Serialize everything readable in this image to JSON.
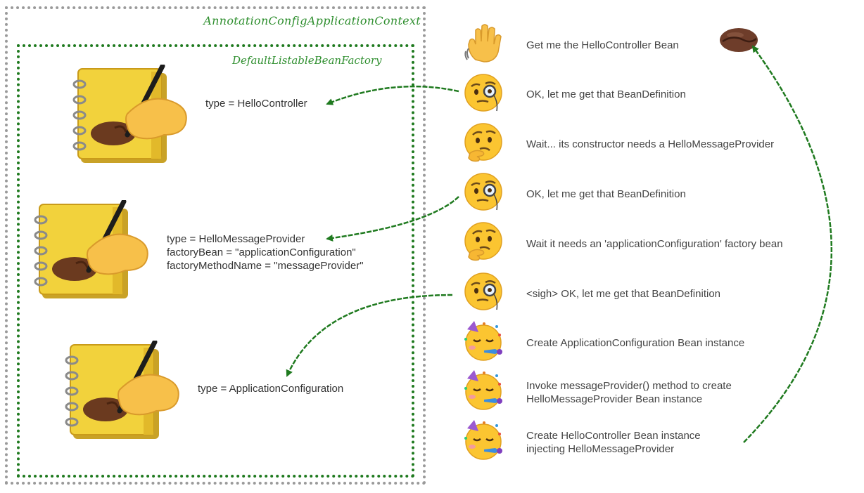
{
  "context": {
    "title": "AnnotationConfigApplicationContext"
  },
  "factory": {
    "title": "DefaultListableBeanFactory"
  },
  "bean_definitions": [
    {
      "lines": [
        "type = HelloController"
      ]
    },
    {
      "lines": [
        "type = HelloMessageProvider",
        "factoryBean = \"applicationConfiguration\"",
        "factoryMethodName = \"messageProvider\""
      ]
    },
    {
      "lines": [
        "type = ApplicationConfiguration"
      ]
    }
  ],
  "steps": [
    {
      "icon": "waving-hand-icon",
      "lines": [
        "Get me the HelloController Bean"
      ]
    },
    {
      "icon": "monocle-face-icon",
      "lines": [
        "OK, let me get that BeanDefinition"
      ]
    },
    {
      "icon": "thinking-face-icon",
      "lines": [
        "Wait... its constructor needs a HelloMessageProvider"
      ]
    },
    {
      "icon": "monocle-face-icon",
      "lines": [
        "OK, let me get that BeanDefinition"
      ]
    },
    {
      "icon": "thinking-face-icon",
      "lines": [
        "Wait it needs an 'applicationConfiguration' factory bean"
      ]
    },
    {
      "icon": "monocle-face-icon",
      "lines": [
        "<sigh> OK, let me get that BeanDefinition"
      ]
    },
    {
      "icon": "partying-face-icon",
      "lines": [
        "Create ApplicationConfiguration Bean instance"
      ]
    },
    {
      "icon": "partying-face-icon",
      "lines": [
        "Invoke messageProvider() method to create",
        "HelloMessageProvider Bean instance"
      ]
    },
    {
      "icon": "partying-face-icon",
      "lines": [
        "Create HelloController Bean instance",
        "injecting HelloMessageProvider"
      ]
    }
  ],
  "colors": {
    "arrow": "#1f7a1f",
    "context_border": "#9a9a9a",
    "factory_border": "#1f7a1f",
    "title": "#2f8f2f"
  },
  "icons": {
    "bean_result": "coffee-bean-icon",
    "bean_definition": "notebook-writing-hand-icon"
  }
}
